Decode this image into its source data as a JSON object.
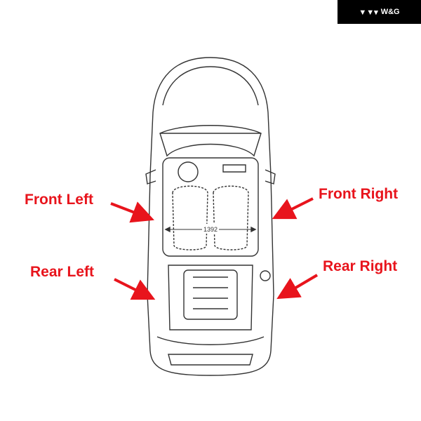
{
  "brand": {
    "logo_text": "W&G"
  },
  "diagram": {
    "labels": {
      "front_left": "Front Left",
      "front_right": "Front Right",
      "rear_left": "Rear Left",
      "rear_right": "Rear Right"
    },
    "dimension": "1392",
    "accent_color": "#e8141c"
  }
}
